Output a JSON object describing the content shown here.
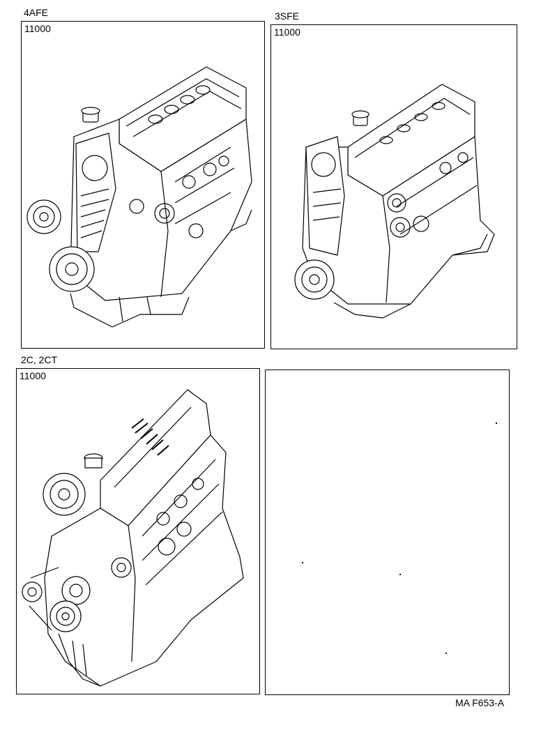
{
  "panels": [
    {
      "engine": "4AFE",
      "part_number": "11000"
    },
    {
      "engine": "3SFE",
      "part_number": "11000"
    },
    {
      "engine": "2C, 2CT",
      "part_number": "11000"
    },
    {
      "engine": "",
      "part_number": ""
    }
  ],
  "footer": {
    "figure_code": "MA F653-A"
  }
}
